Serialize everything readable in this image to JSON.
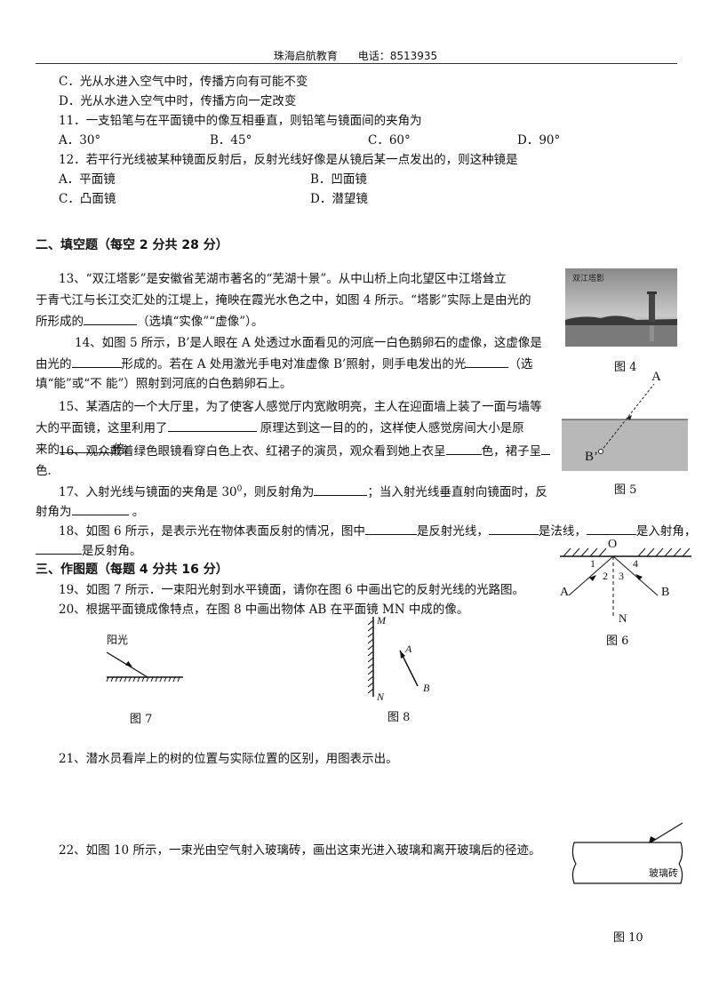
{
  "header": {
    "org": "珠海启航教育",
    "phone": "电话：8513935"
  },
  "q10": {
    "optC": "C．光从水进入空气中时，传播方向有可能不变",
    "optD": "D．光从水进入空气中时，传播方向一定改变"
  },
  "q11": {
    "stem": "11．一支铅笔与在平面镜中的像互相垂直，则铅笔与镜面间的夹角为",
    "A": "A．30°",
    "B": "B．45°",
    "C": "C．60°",
    "D": "D．90°"
  },
  "q12": {
    "stem": "12．若平行光线被某种镜面反射后，反射光线好像是从镜后某一点发出的，则这种镜是",
    "A": "A．平面镜",
    "B": "B．凹面镜",
    "C": "C．凸面镜",
    "D": "D．潜望镜"
  },
  "section2": {
    "title": "二、填空题（每空 2 分共 28 分）"
  },
  "q13": {
    "l1": "13、“双江塔影”是安徽省芜湖市著名的“芜湖十景”。从中山桥上向北望区中江塔耸立",
    "l2": "于青弋江与长江交汇处的江堤上，掩映在霞光水色之中，如图 4 所示。“塔影”实际上是由光的",
    "l3a": "所形成的",
    "l3b": "（选填“实像”“虚像”）。"
  },
  "q14": {
    "l1": "14、如图 5 所示，B’是人眼在 A 处透过水面看见的河底一白色鹅卵石的虚像，这虚像是",
    "l2a": "由光的",
    "l2b": "形成的。若在 A 处用激光手电对准虚像 B’照射，则手电发出的光",
    "l2c": "（选",
    "l3": "填“能”或“不 能”）照射到河底的白色鹅卵石上。"
  },
  "q15": {
    "l1": "15、某酒店的一个大厅里，为了使客人感觉厅内宽敞明亮，主人在迎面墙上装了一面与墙等",
    "l2a": "大的平面镜，这里利用了",
    "l2b": "原理达到这一目的的，这样使人感觉房间大小是原",
    "l3a": "来的",
    "l3b": "倍."
  },
  "q16": {
    "l1a": "16、观众戴着绿色眼镜看穿白色上衣、红裙子的演员，观众看到她上衣呈",
    "l1b": "色，裙子呈",
    "l2": "色."
  },
  "q17": {
    "l1a": "17、入射光线与镜面的夹角是 30",
    "sup": "0",
    "l1b": "，则反射角为",
    "l1c": "；当入射光线垂直射向镜面时，反",
    "l2a": "射角为",
    "l2b": "。"
  },
  "q18": {
    "l1a": "18、如图 6 所示，是表示光在物体表面反射的情况，图中",
    "l1b": "是反射光线，",
    "l1c": "是法线，",
    "l1d": "是入射角，",
    "l2": "是反射角。"
  },
  "section3": {
    "title": "三、作图题（每题 4 分共 16 分）"
  },
  "q19": "19、如图 7 所示．一束阳光射到水平镜面，请你在图 6 中画出它的反射光线的光路图。",
  "q20": "20、根据平面镜成像特点，在图 8 中画出物体 AB 在平面镜 MN 中成的像。",
  "q21": "21、潜水员看岸上的树的位置与实际位置的区别，用图表示出。",
  "q22": "22、如图 10 所示，一束光由空气射入玻璃砖，画出这束光进入玻璃和离开玻璃后的径迹。",
  "figures": {
    "fig4": {
      "caption": "图 4",
      "photo_text": "双江塔影"
    },
    "fig5": {
      "caption": "图 5",
      "label_A": "A",
      "label_B": "B’"
    },
    "fig6": {
      "caption": "图 6",
      "O": "O",
      "A": "A",
      "B": "B",
      "N": "N",
      "n1": "1",
      "n2": "2",
      "n3": "3",
      "n4": "4"
    },
    "fig7": {
      "caption": "图 7",
      "label": "阳光"
    },
    "fig8": {
      "caption": "图 8",
      "M": "M",
      "N": "N",
      "A": "A",
      "B": "B"
    },
    "fig10": {
      "caption": "图 10",
      "label": "玻璃砖"
    }
  }
}
